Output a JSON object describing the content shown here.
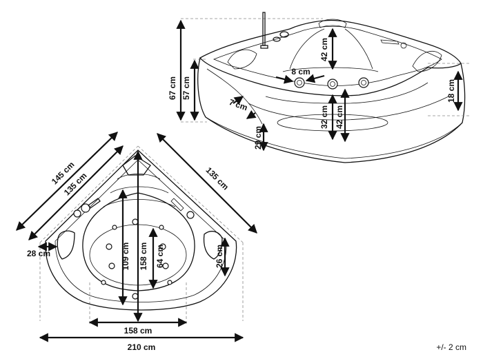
{
  "side_view": {
    "dimensions": {
      "total_height": "67 cm",
      "body_height": "57 cm",
      "headrest_depth": "42 cm",
      "jet_spacing": "8 cm",
      "step": "7 cm",
      "side_height": "18 cm",
      "inner_depth_32": "32 cm",
      "inner_depth_42": "42 cm",
      "seat_height": "29 cm"
    }
  },
  "top_view": {
    "dimensions": {
      "diagonal_outer": "145 cm",
      "left_side": "135 cm",
      "right_side": "135 cm",
      "armrest": "28 cm",
      "inner_length": "109 cm",
      "inner_total": "158 cm",
      "inner_width": "64 cm",
      "right_armrest": "26 cm",
      "basin_width": "158 cm",
      "total_width": "210 cm"
    }
  },
  "tolerance": "+/- 2 cm"
}
